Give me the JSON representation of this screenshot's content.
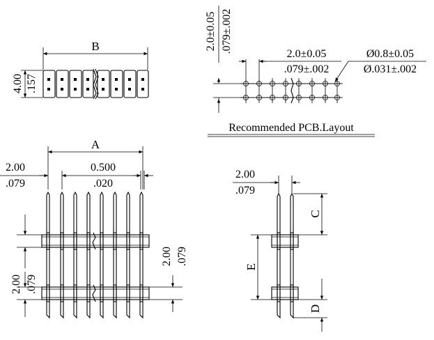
{
  "top_view": {
    "dim_b": "B",
    "height_mm": "4.00",
    "height_in": ".157"
  },
  "pcb_layout": {
    "pitch_v_mm": "2.0±0.05",
    "pitch_v_in": ".079±.002",
    "pitch_h_mm": "2.0±0.05",
    "pitch_h_in": ".079±.002",
    "hole_mm": "Ø0.8±0.05",
    "hole_in": "Ø.031±.002",
    "caption": "Recommended PCB.Layout"
  },
  "front_view": {
    "dim_a": "A",
    "pitch_mm": "2.00",
    "pitch_in": ".079",
    "pin_mm": "0.500",
    "pin_in": ".020",
    "row_gap_mm": "2.00",
    "row_gap_in": ".079",
    "housing_mm": "2.00",
    "housing_in": ".079"
  },
  "side_view": {
    "pitch_mm": "2.00",
    "pitch_in": ".079",
    "dim_c": "C",
    "dim_d": "D",
    "dim_e": "E"
  }
}
